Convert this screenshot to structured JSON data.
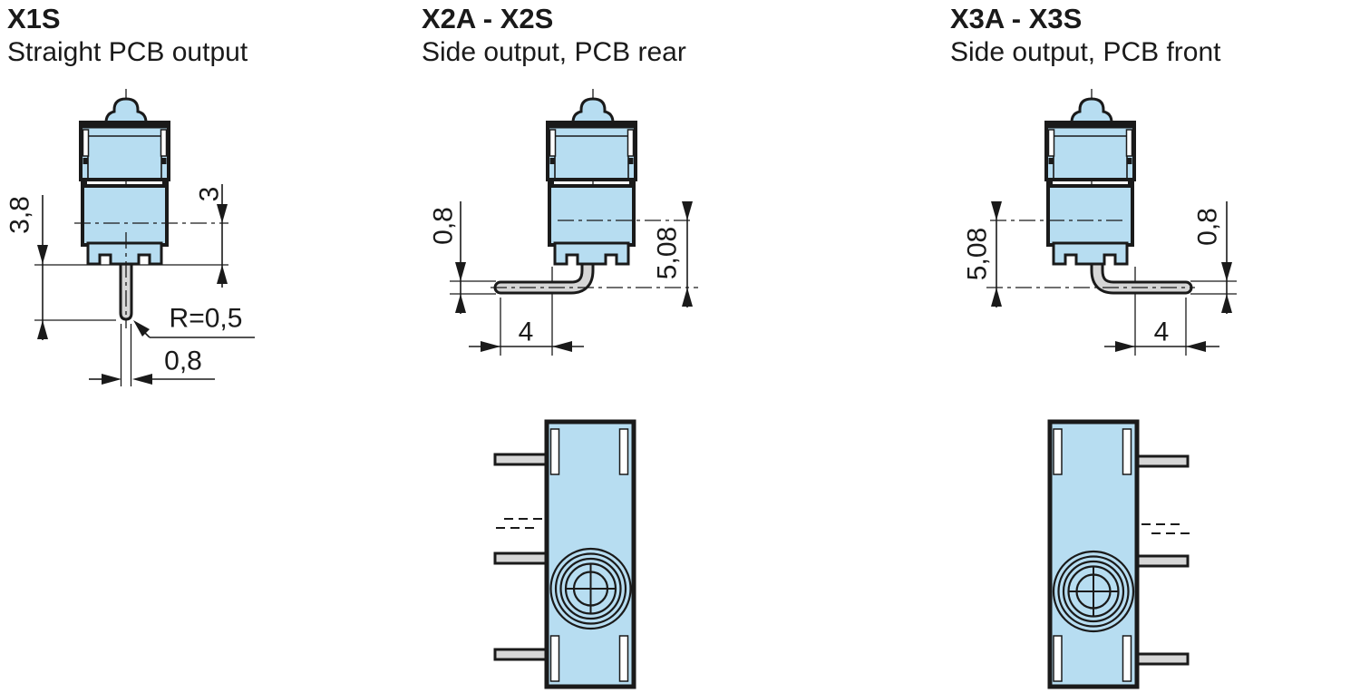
{
  "page": {
    "background": "#ffffff"
  },
  "colors": {
    "body_fill": "#b7ddf1",
    "metal_fill": "#d6d6d6",
    "line": "#1a1a1a"
  },
  "variants": [
    {
      "title": "X1S",
      "subtitle": "Straight PCB output",
      "dims": {
        "pin_length": "3,8",
        "center_to_base": "3",
        "tip_radius": "R=0,5",
        "pin_width": "0,8"
      }
    },
    {
      "title": "X2A - X2S",
      "subtitle": "Side output, PCB rear",
      "dims": {
        "lead_thickness": "0,8",
        "center_to_lead": "5,08",
        "lead_length": "4"
      }
    },
    {
      "title": "X3A - X3S",
      "subtitle": "Side output, PCB front",
      "dims": {
        "center_to_lead": "5,08",
        "lead_thickness": "0,8",
        "lead_length": "4"
      }
    }
  ]
}
